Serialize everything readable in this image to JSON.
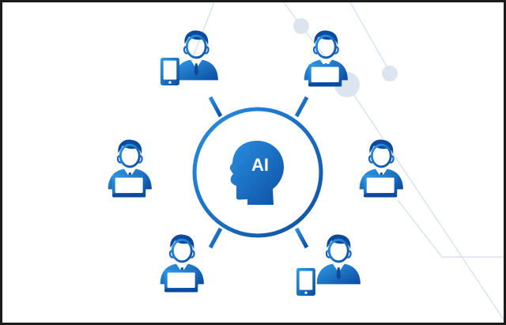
{
  "hub": {
    "label": "AI",
    "icon": "ai-head-icon"
  },
  "colors": {
    "primary": "#1a66c4",
    "light": "#2f9be6",
    "dark": "#0c4a9e",
    "decor": "#dce4ef",
    "frame": "#1c1c1c"
  },
  "users": [
    {
      "icon": "businessman-icon",
      "device": "tablet"
    },
    {
      "icon": "businessman-icon",
      "device": "laptop"
    },
    {
      "icon": "businessman-icon",
      "device": "laptop"
    },
    {
      "icon": "businessman-icon",
      "device": "laptop"
    },
    {
      "icon": "businessman-icon",
      "device": "laptop"
    },
    {
      "icon": "businessman-icon",
      "device": "tablet"
    }
  ]
}
